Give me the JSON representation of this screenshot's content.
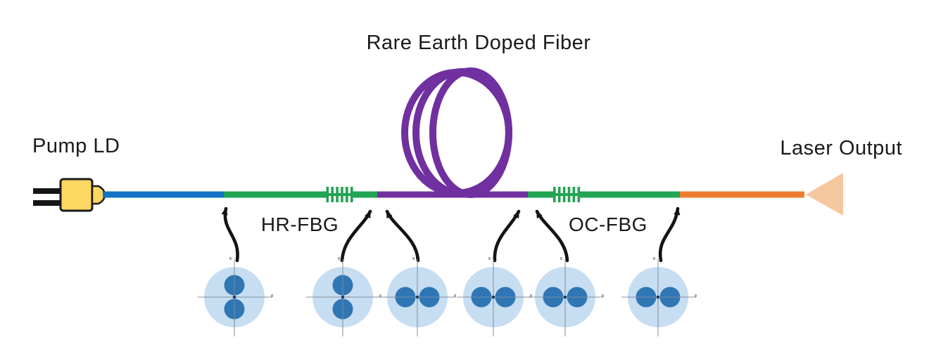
{
  "title": "Rare Earth Doped Fiber",
  "components": {
    "pump_ld": {
      "label": "Pump LD"
    },
    "laser_output": {
      "label": "Laser Output"
    },
    "hr_fbg": {
      "label": "HR-FBG"
    },
    "oc_fbg": {
      "label": "OC-FBG"
    }
  },
  "fiber_chain": [
    {
      "segment": "pump-delivery-fiber",
      "color": "#1273c4"
    },
    {
      "segment": "hr-fbg-fiber",
      "color": "#21a453",
      "grating": true
    },
    {
      "segment": "rare-earth-doped-fiber",
      "color": "#7030a0",
      "coiled": true
    },
    {
      "segment": "oc-fbg-fiber",
      "color": "#21a453",
      "grating": true
    },
    {
      "segment": "output-delivery-fiber",
      "color": "#ee7c2f"
    }
  ],
  "cross_sections": [
    {
      "points_to": "pump-fiber-to-hr-fbg-splice",
      "cores": "vertical"
    },
    {
      "points_to": "hr-fbg-side-of-doped-fiber-splice",
      "cores": "vertical"
    },
    {
      "points_to": "doped-fiber-input-splice",
      "cores": "horizontal"
    },
    {
      "points_to": "doped-fiber-output-splice",
      "cores": "horizontal"
    },
    {
      "points_to": "oc-fbg-side-of-doped-fiber-splice",
      "cores": "horizontal"
    },
    {
      "points_to": "oc-fbg-to-output-fiber-splice",
      "cores": "horizontal"
    }
  ],
  "colors": {
    "pump_fiber": "#1273c4",
    "grating_fiber": "#21a453",
    "doped_fiber": "#7030a0",
    "output_fiber": "#ee7c2f",
    "beam": "#f5c79f",
    "ld_body": "#fcd863",
    "wire": "#151515",
    "arrow": "#141414",
    "cladding": "#c7ddf1",
    "core": "#2f76b5"
  }
}
